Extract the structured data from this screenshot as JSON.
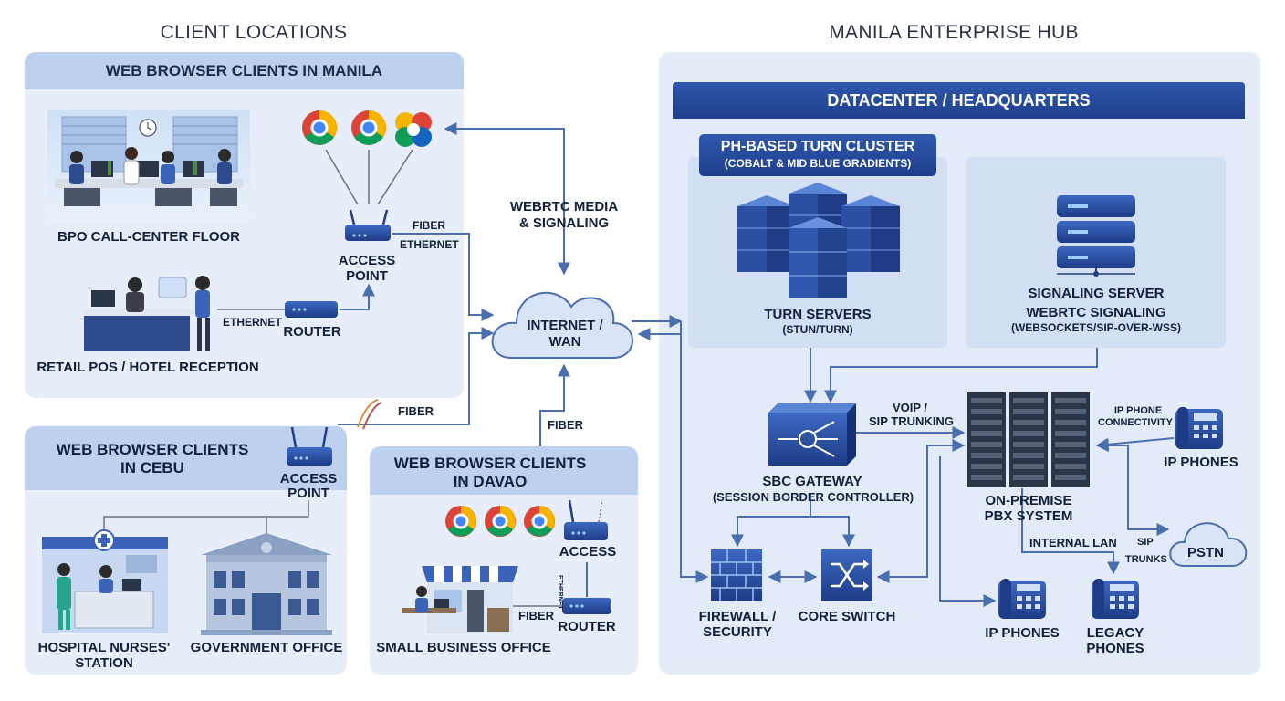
{
  "sections": {
    "client_locations": "CLIENT LOCATIONS",
    "enterprise_hub": "MANILA ENTERPRISE HUB"
  },
  "manila": {
    "title": "WEB BROWSER CLIENTS IN MANILA",
    "bpo": "BPO CALL-CENTER FLOOR",
    "retail": "RETAIL POS / HOTEL RECEPTION",
    "access_point": [
      "ACCESS",
      "POINT"
    ],
    "router": "ROUTER",
    "fiber": "FIBER",
    "ethernet_right": "ETHERNET",
    "ethernet_left": "ETHERNET"
  },
  "cebu": {
    "title": [
      "WEB BROWSER CLIENTS",
      "IN CEBU"
    ],
    "access_point": [
      "ACCESS",
      "POINT"
    ],
    "hospital": [
      "HOSPITAL NURSES'",
      "STATION"
    ],
    "government": "GOVERNMENT OFFICE",
    "fiber": "FIBER"
  },
  "davao": {
    "title": [
      "WEB BROWSER CLIENTS",
      "IN DAVAO"
    ],
    "access": "ACCESS",
    "router": "ROUTER",
    "fiber": "FIBER",
    "small_business": "SMALL BUSINESS OFFICE",
    "fiber_up": "FIBER",
    "vertical_label": "ETHERNET"
  },
  "internet": {
    "webrtc": [
      "WEBRTC MEDIA",
      "& SIGNALING"
    ],
    "cloud": [
      "INTERNET /",
      "WAN"
    ]
  },
  "hub": {
    "datacenter": "DATACENTER / HEADQUARTERS",
    "turn_cluster": "PH-BASED TURN CLUSTER",
    "turn_cluster_sub": "(COBALT & MID BLUE GRADIENTS)",
    "turn_servers": "TURN SERVERS",
    "turn_servers_sub": "(STUN/TURN)",
    "signaling": "SIGNALING SERVER",
    "signaling_sub1": "WEBRTC SIGNALING",
    "signaling_sub2": "(WEBSOCKETS/SIP-OVER-WSS)",
    "voip": [
      "VOIP /",
      "SIP TRUNKING"
    ],
    "sbc": "SBC GATEWAY",
    "sbc_sub": "(SESSION BORDER CONTROLLER)",
    "pbx": [
      "ON-PREMISE",
      "PBX SYSTEM"
    ],
    "ip_phone_conn": [
      "IP PHONE",
      "CONNECTIVITY"
    ],
    "ip_phones_right": "IP PHONES",
    "internal_lan": "INTERNAL LAN",
    "sip": "SIP",
    "trunks": "TRUNKS",
    "pstn": "PSTN",
    "firewall": [
      "FIREWALL /",
      "SECURITY"
    ],
    "core_switch": "CORE SWITCH",
    "ip_phones_bottom": "IP PHONES",
    "legacy": [
      "LEGACY",
      "PHONES"
    ]
  },
  "colors": {
    "panel": "#e8eef9",
    "panel_head": "#bdd0ef",
    "cobalt": "#1f3f8c",
    "mid_blue": "#3b63b8",
    "arrow": "#4a6fae",
    "line_gray": "#6b7280"
  },
  "icons": [
    "chrome-icon",
    "webrtc-icon",
    "router-icon",
    "server-icon",
    "firewall-icon",
    "switch-icon",
    "phone-icon",
    "cloud-icon",
    "pbx-rack-icon",
    "sbc-icon"
  ]
}
